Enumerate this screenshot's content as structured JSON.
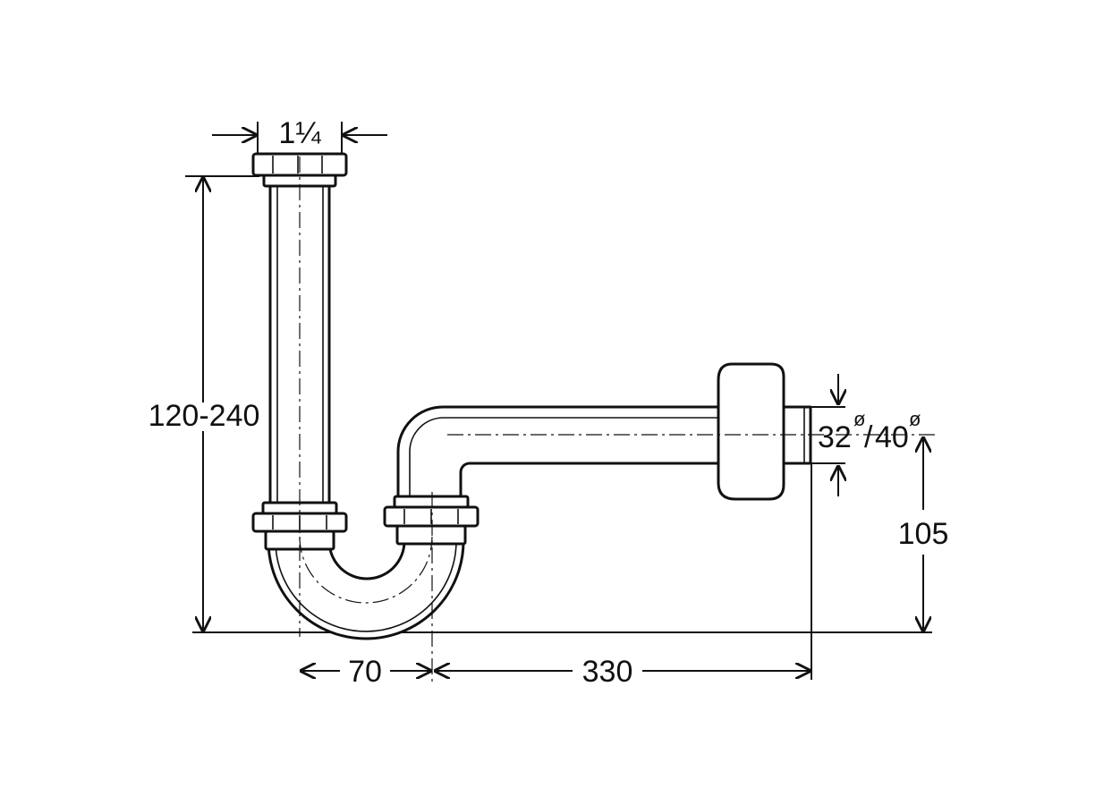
{
  "diagram": {
    "dimensions": {
      "inlet_size": "1¼",
      "height_range": "120-240",
      "offset": "70",
      "length": "330",
      "outlet_height": "105",
      "outlet_diameter": "32",
      "outlet_diameter_alt": "40",
      "diameter_symbol": "ø"
    }
  }
}
